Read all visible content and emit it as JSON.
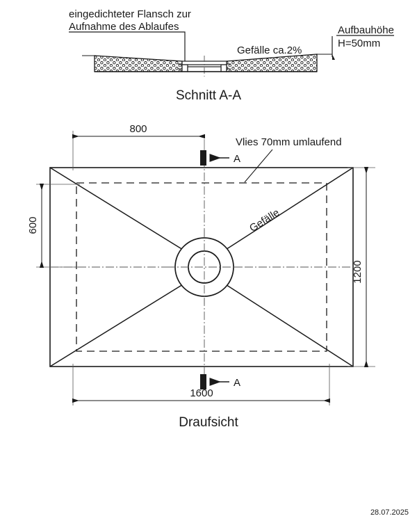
{
  "drawing": {
    "section": {
      "title": "Schnitt A-A",
      "flange_label_line1": "eingedichteter Flansch zur",
      "flange_label_line2": "Aufnahme des Ablaufes",
      "slope_label": "Gefälle ca.2%",
      "height_label_line1": "Aufbauhöhe",
      "height_label_line2": "H=50mm"
    },
    "plan": {
      "title": "Draufsicht",
      "dim_top": "800",
      "dim_left": "600",
      "dim_right": "1200",
      "dim_bottom": "1600",
      "fleece_label": "Vlies 70mm umlaufend",
      "slope_label": "Gefälle",
      "section_marker_top": "A",
      "section_marker_bottom": "A"
    },
    "footer": {
      "date": "28.07.2025"
    },
    "colors": {
      "line": "#1a1a1a",
      "thin_line": "#555555",
      "background": "#ffffff"
    }
  }
}
